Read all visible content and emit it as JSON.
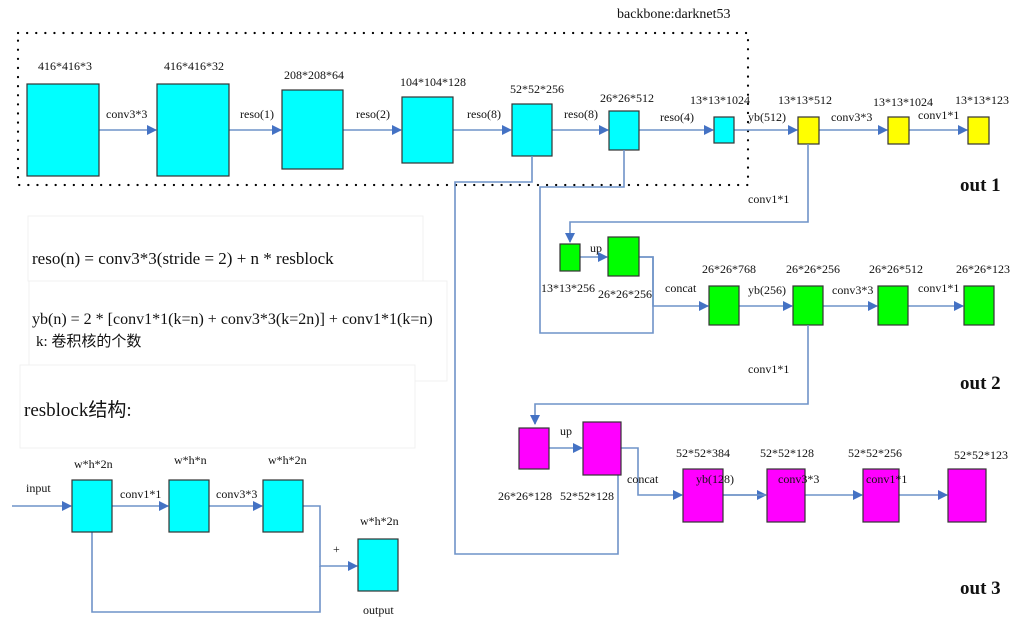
{
  "backbone_label": "backbone:darknet53",
  "colors": {
    "backbone": "#00ffff",
    "out1": "#ffff00",
    "out2": "#00ff00",
    "out3": "#ff00ff",
    "connector": "#4472c4"
  },
  "backbone": {
    "blocks": [
      "416*416*3",
      "416*416*32",
      "208*208*64",
      "104*104*128",
      "52*52*256",
      "26*26*512",
      "13*13*1024"
    ],
    "ops": [
      "conv3*3",
      "reso(1)",
      "reso(2)",
      "reso(8)",
      "reso(8)",
      "reso(4)"
    ]
  },
  "branch1": {
    "blocks": [
      "13*13*512",
      "13*13*1024",
      "13*13*123"
    ],
    "ops": [
      "yb(512)",
      "conv3*3",
      "conv1*1"
    ],
    "output_label": "out 1",
    "down_op": "conv1*1"
  },
  "branch2": {
    "up_input": "13*13*256",
    "up_output": "26*26*256",
    "up_op": "up",
    "blocks": [
      "26*26*768",
      "26*26*256",
      "26*26*512",
      "26*26*123"
    ],
    "ops": [
      "concat",
      "yb(256)",
      "conv3*3",
      "conv1*1"
    ],
    "output_label": "out 2",
    "down_op": "conv1*1"
  },
  "branch3": {
    "up_input": "26*26*128",
    "up_output": "52*52*128",
    "up_op": "up",
    "blocks": [
      "52*52*384",
      "52*52*128",
      "52*52*256",
      "52*52*123"
    ],
    "ops": [
      "concat",
      "yb(128)",
      "conv3*3",
      "conv1*1"
    ],
    "output_label": "out 3"
  },
  "formulas": {
    "reso": "reso(n) = conv3*3(stride = 2) + n * resblock",
    "yb": "yb(n) = 2 * [conv1*1(k=n) + conv3*3(k=2n)] + conv1*1(k=n)",
    "k_note": "k: 卷积核的个数"
  },
  "resblock": {
    "title": "resblock结构:",
    "input_label": "input",
    "blocks": [
      "w*h*2n",
      "w*h*n",
      "w*h*2n"
    ],
    "ops": [
      "conv1*1",
      "conv3*3"
    ],
    "add_label": "+",
    "output_block": "w*h*2n",
    "output_label": "output"
  }
}
